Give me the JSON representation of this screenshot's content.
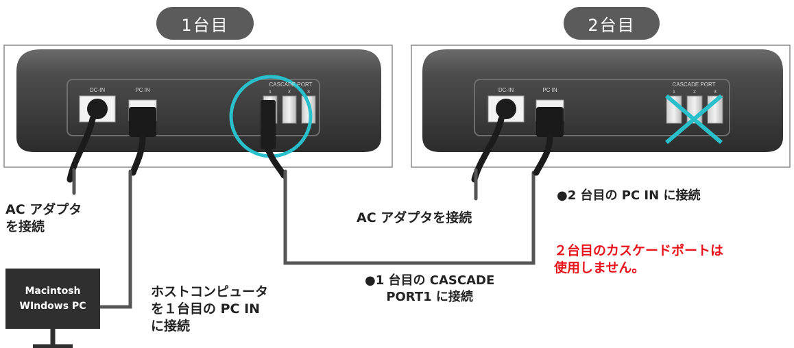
{
  "hub1": {
    "tab_label": "1台目",
    "dc_in_label": "DC-IN",
    "pc_in_label": "PC IN",
    "cascade_label": "CASCADE PORT",
    "port_numbers": [
      "1",
      "2",
      "3"
    ]
  },
  "hub2": {
    "tab_label": "2台目",
    "dc_in_label": "DC-IN",
    "pc_in_label": "PC IN",
    "cascade_label": "CASCADE PORT",
    "port_numbers": [
      "1",
      "2",
      "3"
    ]
  },
  "pc": {
    "line1": "Macintosh",
    "line2": "WIndows PC"
  },
  "labels": {
    "ac1": "AC アダプタ\nを接続",
    "ac2": "AC アダプタを接続",
    "host": "ホストコンピュータ\nを１台目の PC IN\nに接続",
    "cascade_connect": "●1 台目の CASCADE\nPORT1 に接続",
    "pcin2": "●2 台目の PC  IN に接続",
    "warning": "２台目のカスケードポートは\n使用しません。"
  },
  "colors": {
    "hub_body": "#454545",
    "cable": "#555555",
    "highlight": "#29c0cc",
    "warning_text": "#e8141b"
  }
}
